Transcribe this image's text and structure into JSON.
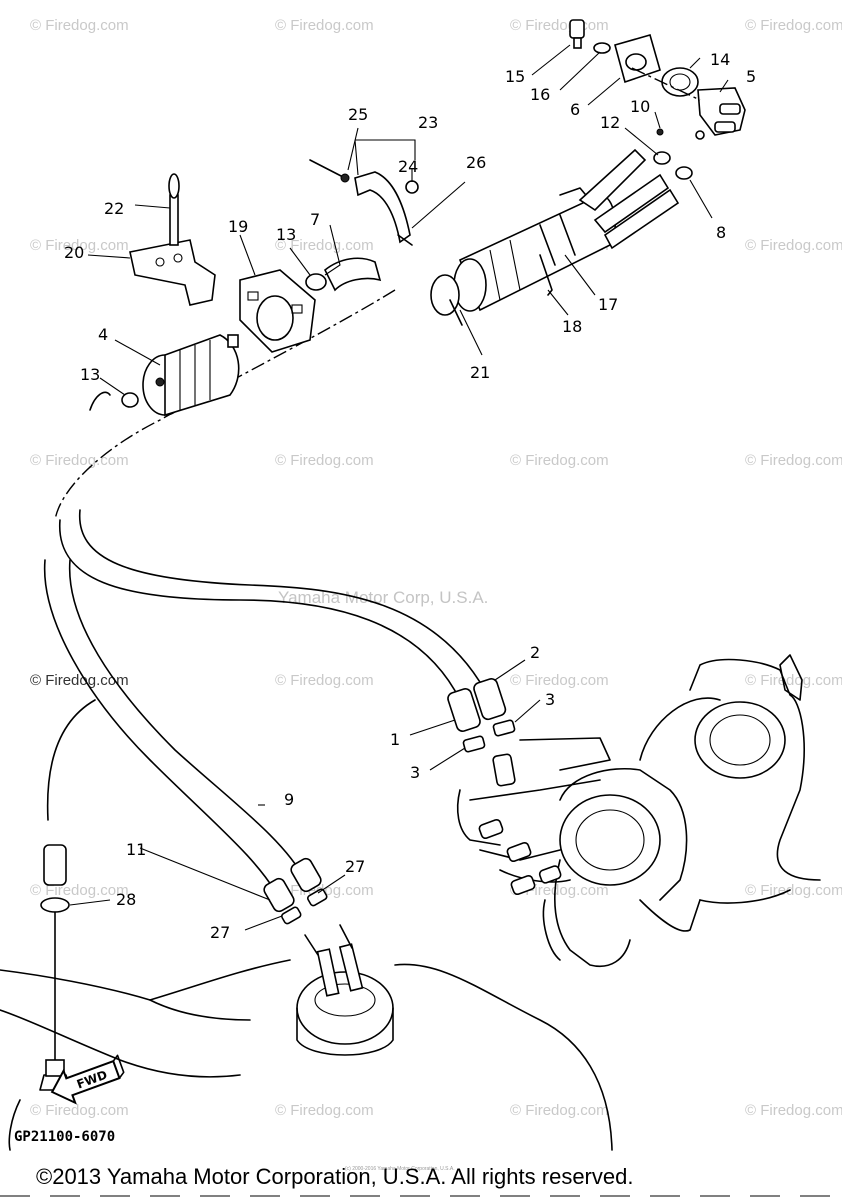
{
  "watermarks": {
    "site": "© Firedog.com",
    "center": "Yamaha Motor Corp, U.S.A."
  },
  "callouts": [
    {
      "id": "1",
      "label": "1"
    },
    {
      "id": "2",
      "label": "2"
    },
    {
      "id": "3a",
      "label": "3"
    },
    {
      "id": "3b",
      "label": "3"
    },
    {
      "id": "4",
      "label": "4"
    },
    {
      "id": "5",
      "label": "5"
    },
    {
      "id": "6",
      "label": "6"
    },
    {
      "id": "7",
      "label": "7"
    },
    {
      "id": "8",
      "label": "8"
    },
    {
      "id": "9",
      "label": "9"
    },
    {
      "id": "10",
      "label": "10"
    },
    {
      "id": "11",
      "label": "11"
    },
    {
      "id": "12",
      "label": "12"
    },
    {
      "id": "13a",
      "label": "13"
    },
    {
      "id": "13b",
      "label": "13"
    },
    {
      "id": "14",
      "label": "14"
    },
    {
      "id": "15",
      "label": "15"
    },
    {
      "id": "16",
      "label": "16"
    },
    {
      "id": "17",
      "label": "17"
    },
    {
      "id": "18",
      "label": "18"
    },
    {
      "id": "19",
      "label": "19"
    },
    {
      "id": "20",
      "label": "20"
    },
    {
      "id": "21",
      "label": "21"
    },
    {
      "id": "22",
      "label": "22"
    },
    {
      "id": "23",
      "label": "23"
    },
    {
      "id": "24",
      "label": "24"
    },
    {
      "id": "25",
      "label": "25"
    },
    {
      "id": "26",
      "label": "26"
    },
    {
      "id": "27a",
      "label": "27"
    },
    {
      "id": "27b",
      "label": "27"
    },
    {
      "id": "28",
      "label": "28"
    }
  ],
  "fwd_label": "FWD",
  "diagram_code": "GP21100-6070",
  "tiny_notice": "(c) 2000-2016 Yamaha Motor Corporation, U.S.A.",
  "copyright": "©2013 Yamaha Motor Corporation, U.S.A. All rights reserved."
}
